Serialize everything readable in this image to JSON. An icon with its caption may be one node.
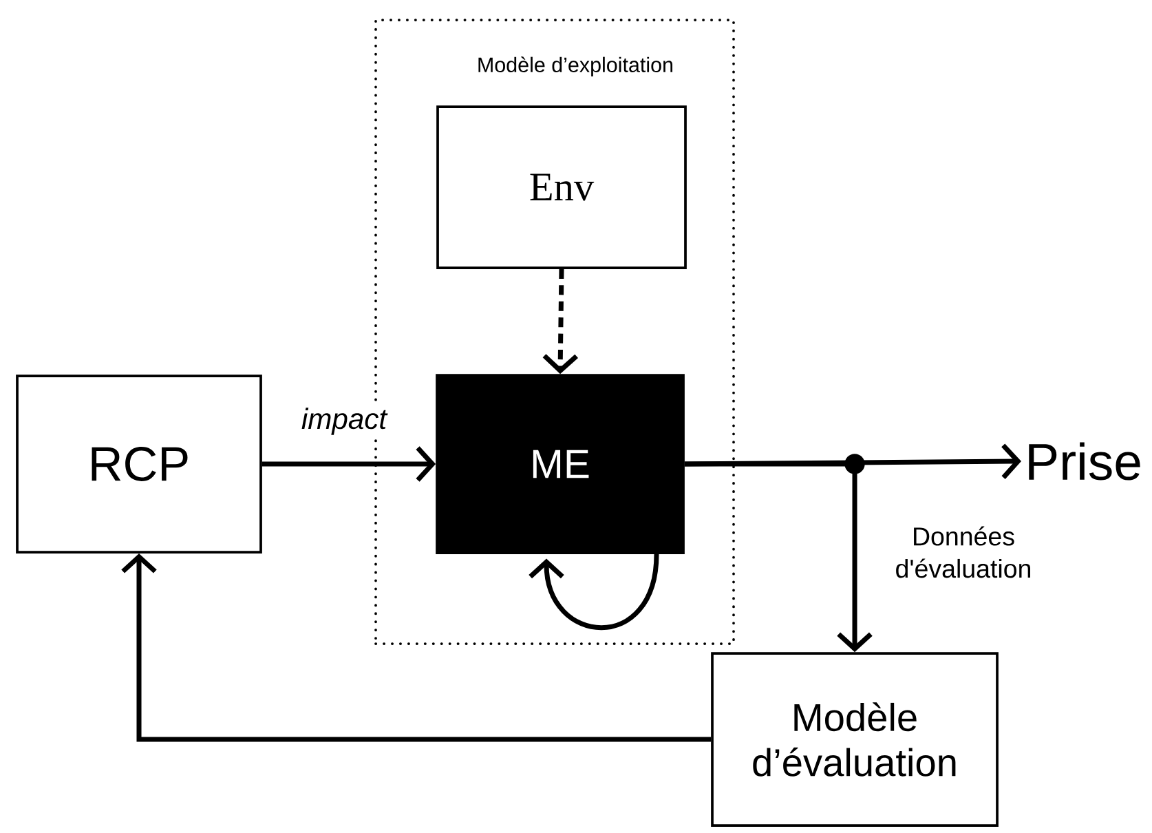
{
  "diagram": {
    "nodes": [
      {
        "text": [
          "Modèle d’exploitation"
        ]
      },
      {
        "text": [
          "Env"
        ],
        "in": 0
      },
      {
        "text": [
          "ME"
        ],
        "in": 0
      },
      {
        "text": [
          "RCP"
        ]
      },
      {
        "text": [
          "Prise"
        ]
      },
      {
        "text": [
          "Modèle d’évaluation"
        ]
      }
    ],
    "edges": [
      {
        "from": 1,
        "to": 2,
        "arrow": "to",
        "style": "dashed"
      },
      {
        "from": 3,
        "to": 2,
        "arrow": "to",
        "label": "impact"
      },
      {
        "from": 2,
        "to": 4,
        "arrow": "to"
      },
      {
        "from": 2,
        "to": 5,
        "arrow": "to",
        "label": "Données d'évaluation"
      },
      {
        "from": 5,
        "to": 3,
        "arrow": "to"
      },
      {
        "from": 2,
        "to": 2,
        "arrow": "to"
      }
    ]
  }
}
